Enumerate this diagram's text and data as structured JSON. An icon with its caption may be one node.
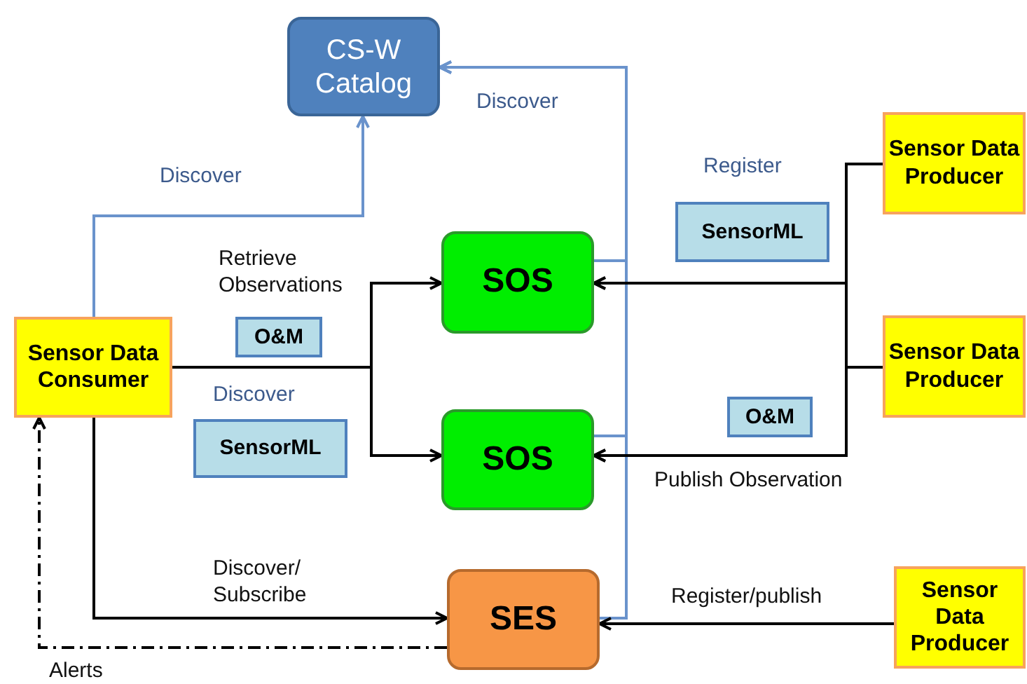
{
  "diagram": {
    "nodes": [
      {
        "text": [
          "CS-W Catalog"
        ]
      },
      {
        "text": [
          "Sensor Data Consumer"
        ]
      },
      {
        "text": [
          "SOS"
        ]
      },
      {
        "text": [
          "SOS"
        ]
      },
      {
        "text": [
          "SES"
        ]
      },
      {
        "text": [
          "Sensor Data Producer"
        ]
      },
      {
        "text": [
          "Sensor Data Producer"
        ]
      },
      {
        "text": [
          "Sensor Data Producer"
        ]
      },
      {
        "text": [
          "O&M"
        ]
      },
      {
        "text": [
          "SensorML"
        ]
      },
      {
        "text": [
          "SensorML"
        ]
      },
      {
        "text": [
          "O&M"
        ]
      }
    ],
    "edges": [
      {
        "from": 1,
        "to": 0,
        "arrow": "to",
        "label": "Discover",
        "color": "#6a93cc"
      },
      {
        "from": 2,
        "to": 0,
        "arrow": "to",
        "label": "Discover",
        "color": "#6a93cc"
      },
      {
        "from": 3,
        "to": 0,
        "arrow": "to",
        "color": "#6a93cc"
      },
      {
        "from": 4,
        "to": 0,
        "arrow": "to",
        "color": "#6a93cc"
      },
      {
        "from": 1,
        "to": 2,
        "arrow": "to",
        "label": "Retrieve Observations"
      },
      {
        "from": 1,
        "to": 3,
        "arrow": "to",
        "label": "Discover"
      },
      {
        "from": 1,
        "to": 4,
        "arrow": "to",
        "label": "Discover/ Subscribe"
      },
      {
        "from": 5,
        "to": 2,
        "arrow": "to",
        "label": "Register"
      },
      {
        "from": 6,
        "to": 2,
        "arrow": "to"
      },
      {
        "from": 5,
        "to": 3,
        "arrow": "to"
      },
      {
        "from": 6,
        "to": 3,
        "arrow": "to",
        "label": "Publish Observation"
      },
      {
        "from": 7,
        "to": 4,
        "arrow": "to",
        "label": "Register/publish"
      },
      {
        "from": 4,
        "to": 1,
        "arrow": "to",
        "label": "Alerts",
        "style": "dashed"
      }
    ]
  }
}
